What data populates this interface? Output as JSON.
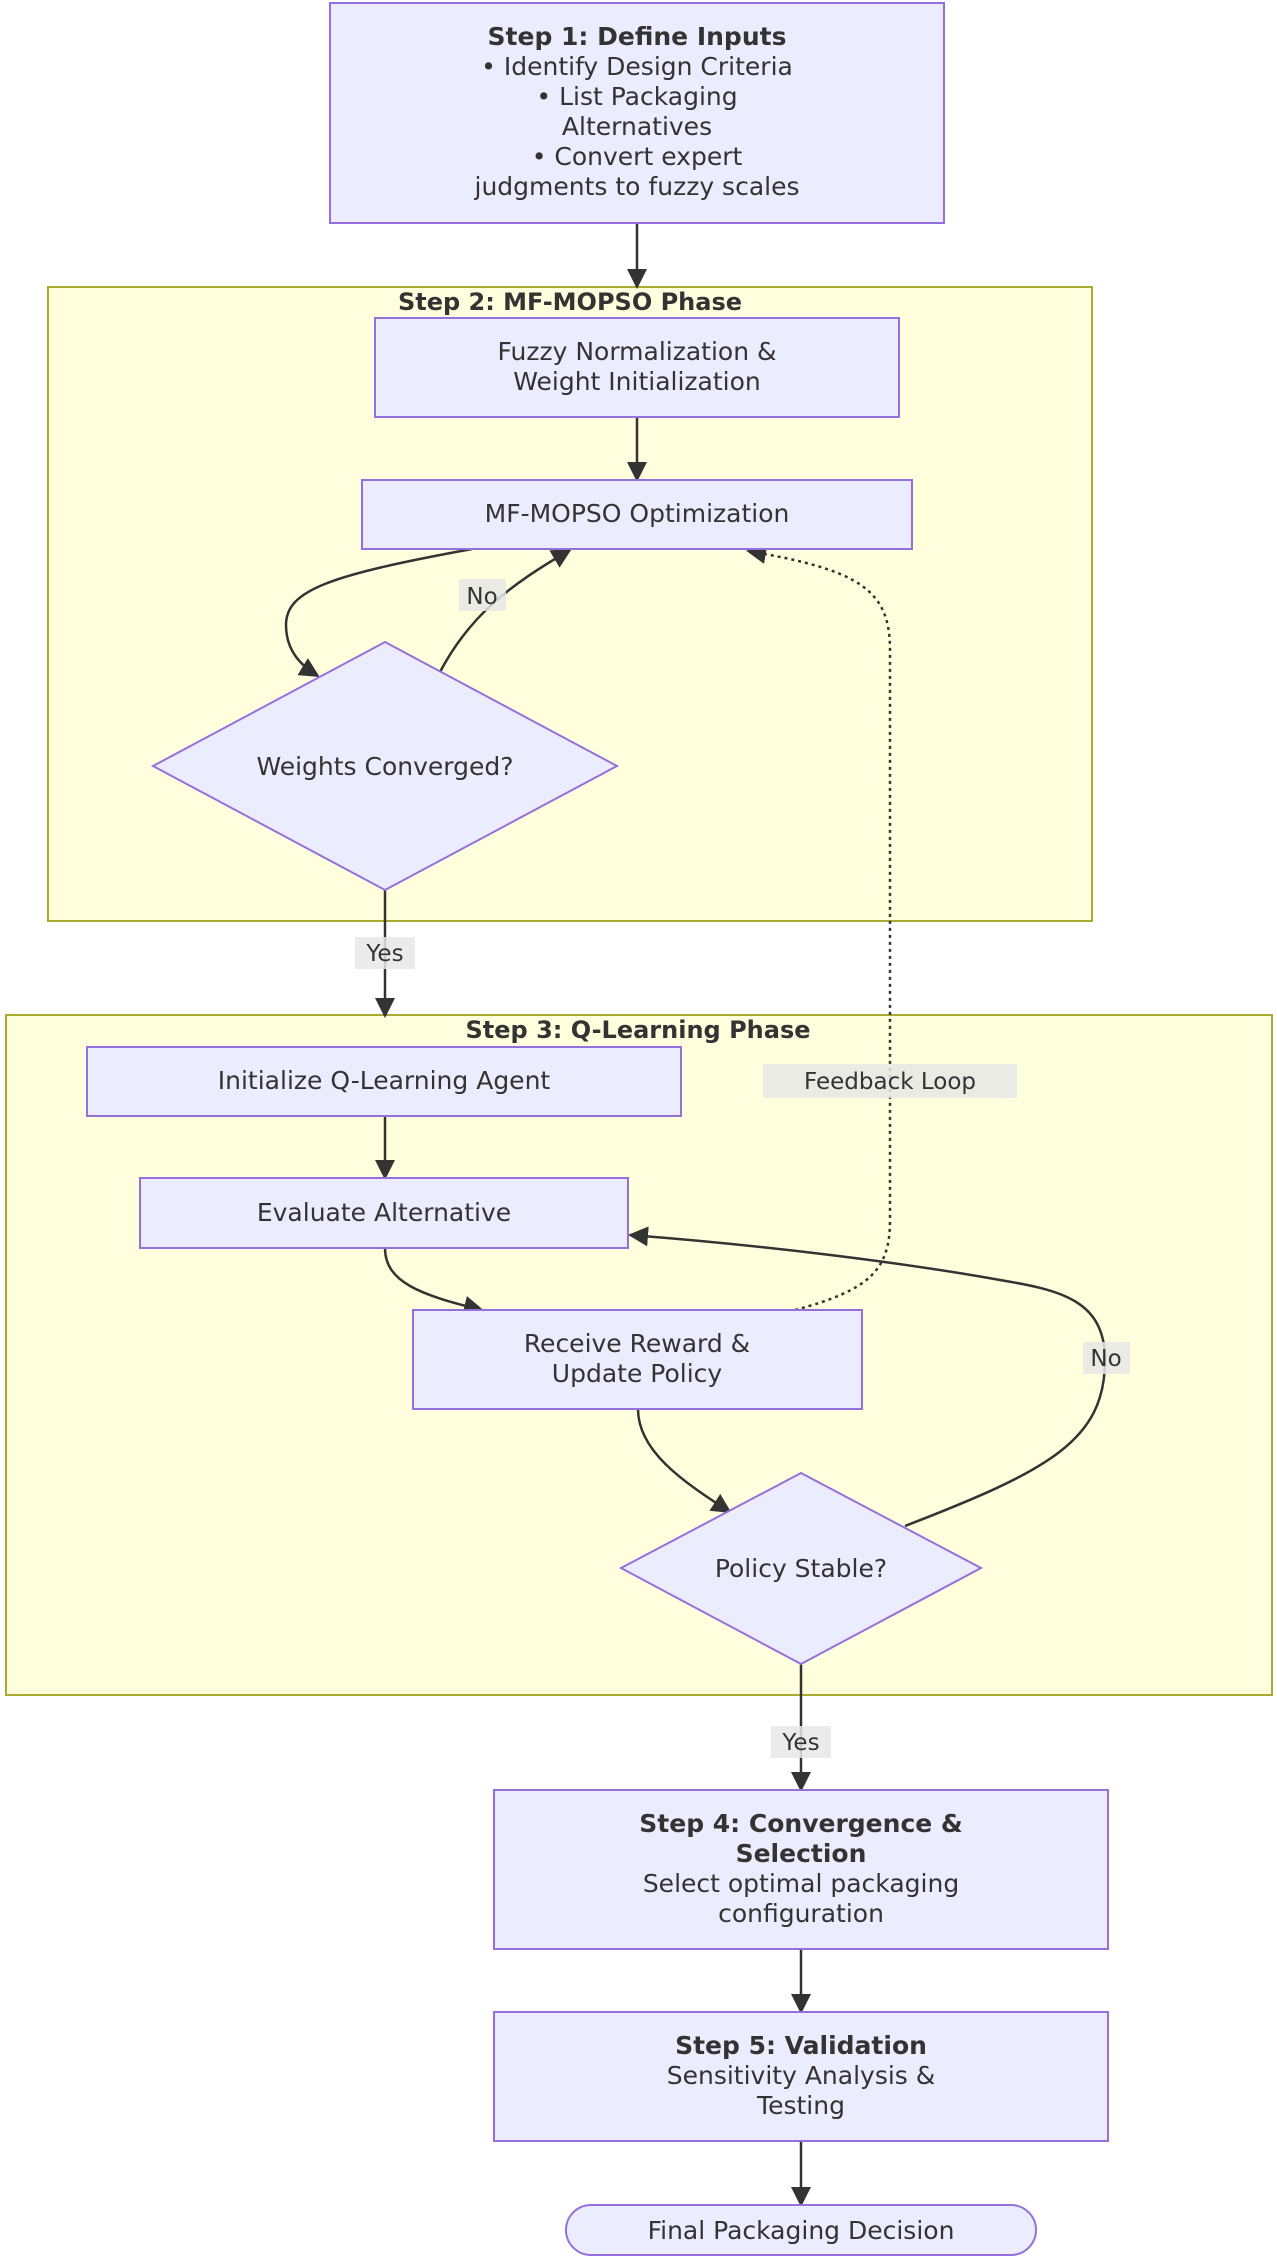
{
  "step1": {
    "title": "Step 1: Define Inputs",
    "lines": [
      "• Identify Design Criteria",
      "• List Packaging",
      "Alternatives",
      "• Convert expert",
      "judgments to fuzzy scales"
    ]
  },
  "cluster2": {
    "title": "Step 2: MF-MOPSO Phase"
  },
  "fuzzy_norm": {
    "lines": [
      "Fuzzy Normalization &",
      "Weight Initialization"
    ]
  },
  "mopso_opt": {
    "label": "MF-MOPSO Optimization"
  },
  "weights_conv": {
    "label": "Weights Converged?"
  },
  "cluster3": {
    "title": "Step 3: Q-Learning Phase"
  },
  "init_q": {
    "label": "Initialize Q-Learning Agent"
  },
  "eval_alt": {
    "label": "Evaluate Alternative"
  },
  "reward": {
    "lines": [
      "Receive Reward &",
      "Update Policy"
    ]
  },
  "policy_stable": {
    "label": "Policy Stable?"
  },
  "step4": {
    "title_lines": [
      "Step 4: Convergence &",
      "Selection"
    ],
    "lines": [
      "Select optimal packaging",
      "configuration"
    ]
  },
  "step5": {
    "title": "Step 5: Validation",
    "lines": [
      "Sensitivity Analysis &",
      "Testing"
    ]
  },
  "final": {
    "label": "Final Packaging Decision"
  },
  "edge_labels": {
    "no_weights": "No",
    "yes_weights": "Yes",
    "feedback": "Feedback Loop",
    "no_policy": "No",
    "yes_policy": "Yes"
  },
  "colors": {
    "node_fill": "#ECECFF",
    "node_stroke": "#9370DB",
    "cluster_fill": "#FFFFDE",
    "cluster_stroke": "#AAAA33",
    "edge": "#333333"
  }
}
